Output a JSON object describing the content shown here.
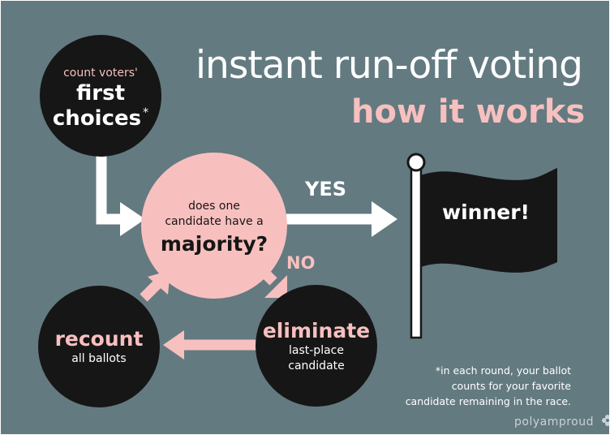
{
  "title": "instant run-off voting",
  "subtitle": "how it works",
  "nodes": {
    "count": {
      "line1": "count voters'",
      "line2": "first",
      "line3": "choices",
      "asterisk": "*"
    },
    "majority": {
      "line1": "does one",
      "line2": "candidate have a",
      "line3": "majority?"
    },
    "recount": {
      "title": "recount",
      "subtitle": "all ballots"
    },
    "eliminate": {
      "title": "eliminate",
      "line1": "last-place",
      "line2": "candidate"
    },
    "winner": {
      "label": "winner!"
    }
  },
  "edges": {
    "yes": "YES",
    "no": "NO"
  },
  "footnote": {
    "line1": "*in each round, your ballot",
    "line2": "counts for your favorite",
    "line3": "candidate remaining in the race."
  },
  "brand": "polyamproud",
  "colors": {
    "background": "#637a80",
    "dark": "#161616",
    "pink": "#f7c0bf",
    "white": "#ffffff"
  }
}
